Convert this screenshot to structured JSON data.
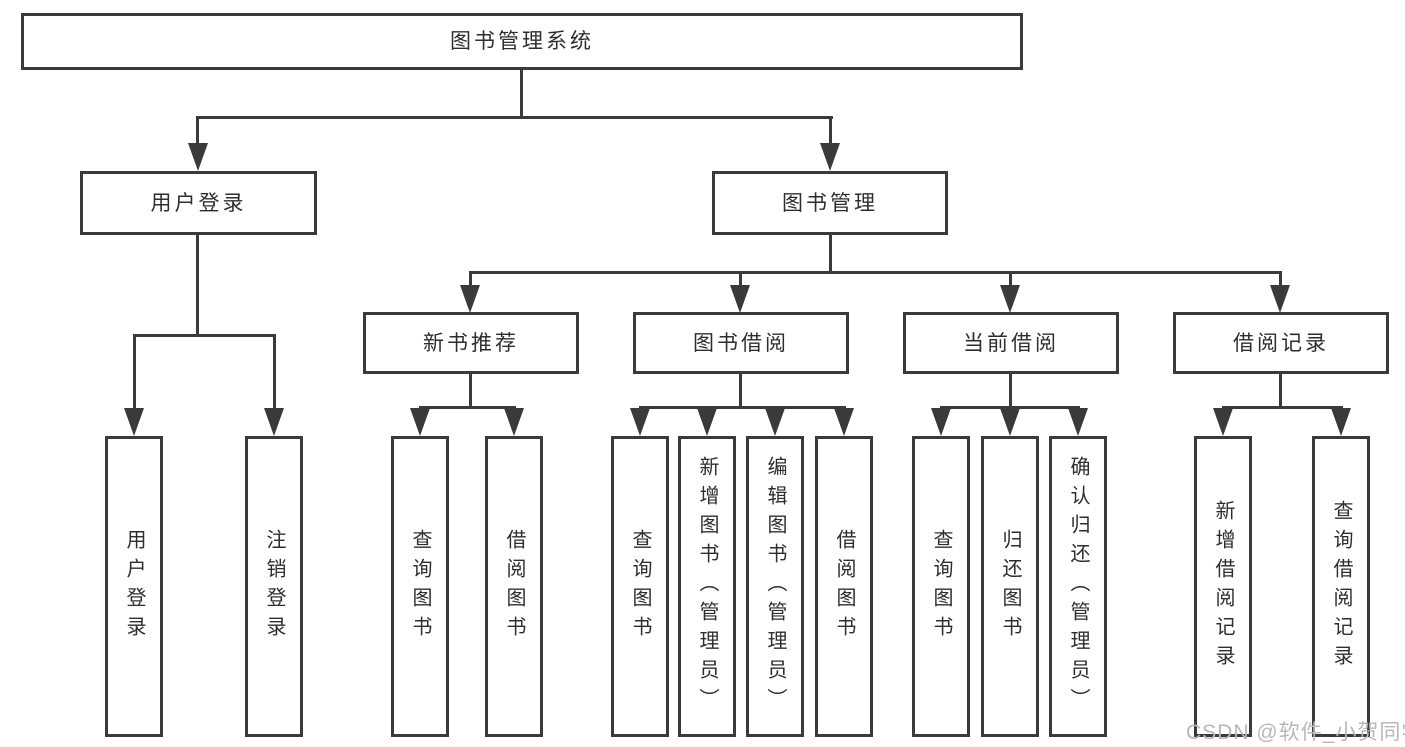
{
  "diagram": {
    "type": "hierarchy-tree",
    "root": {
      "label": "图书管理系统"
    },
    "level2": [
      {
        "label": "用户登录"
      },
      {
        "label": "图书管理"
      }
    ],
    "level3": [
      {
        "label": "新书推荐",
        "parent": "图书管理"
      },
      {
        "label": "图书借阅",
        "parent": "图书管理"
      },
      {
        "label": "当前借阅",
        "parent": "图书管理"
      },
      {
        "label": "借阅记录",
        "parent": "图书管理"
      }
    ],
    "leaves": [
      {
        "label": "用户登录",
        "parent": "用户登录"
      },
      {
        "label": "注销登录",
        "parent": "用户登录"
      },
      {
        "label": "查询图书",
        "parent": "新书推荐"
      },
      {
        "label": "借阅图书",
        "parent": "新书推荐"
      },
      {
        "label": "查询图书",
        "parent": "图书借阅"
      },
      {
        "label": "新增图书（管理员）",
        "parent": "图书借阅"
      },
      {
        "label": "编辑图书（管理员）",
        "parent": "图书借阅"
      },
      {
        "label": "借阅图书",
        "parent": "图书借阅"
      },
      {
        "label": "查询图书",
        "parent": "当前借阅"
      },
      {
        "label": "归还图书",
        "parent": "当前借阅"
      },
      {
        "label": "确认归还（管理员）",
        "parent": "当前借阅"
      },
      {
        "label": "新增借阅记录",
        "parent": "借阅记录"
      },
      {
        "label": "查询借阅记录",
        "parent": "借阅记录"
      }
    ]
  },
  "watermark": {
    "text": "CSDN @软件_小贺同学"
  },
  "colors": {
    "line": "#3a3a3a",
    "text": "#2e2e2e",
    "watermark": "#b8b8b8",
    "background": "#ffffff"
  }
}
